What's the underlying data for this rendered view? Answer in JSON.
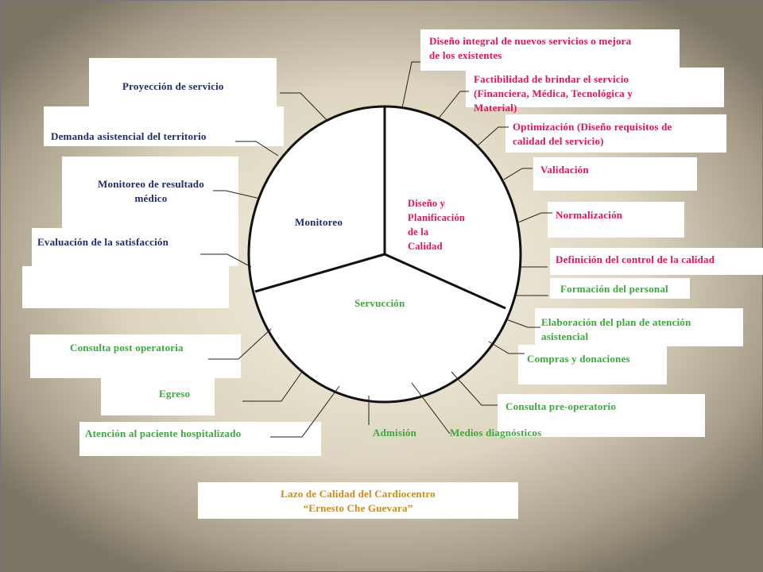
{
  "colors": {
    "design": "#e2125f",
    "monitor": "#1e2a6a",
    "service": "#3aa83a",
    "caption": "#d08a10"
  },
  "wheel": {
    "design": [
      "Diseño y",
      "Planificación",
      "de la",
      "Calidad"
    ],
    "monitor": "Monitoreo",
    "service": "Servucción"
  },
  "design_steps": {
    "s1": [
      "Diseño integral de nuevos servicios o mejora",
      "de los existentes"
    ],
    "s2": [
      "Factibilidad de brindar el servicio",
      "(Financiera, Médica, Tecnológica y",
      "Material)"
    ],
    "s3": [
      "Optimización (Diseño requisitos de",
      "calidad del servicio)"
    ],
    "s4": "Validación",
    "s5": "Normalización",
    "s6": "Definición del control de la calidad"
  },
  "service_steps": {
    "s1": "Formación del personal",
    "s2": [
      "Elaboración del plan de atención",
      "asistencial"
    ],
    "s3": "Compras y donaciones",
    "s4": "Consulta pre-operatorio",
    "s5": "Medios diagnósticos",
    "s6": "Admisión",
    "s7": "Atención al paciente hospitalizado",
    "s8": "Egreso",
    "s9": "Consulta post operatoria"
  },
  "monitor_steps": {
    "s1": "Evaluación de la satisfacción",
    "s2": [
      "Monitoreo de resultado",
      "médico"
    ],
    "s3": "Demanda asistencial del territorio",
    "s4": "Proyección de servicio"
  },
  "caption": [
    "Lazo de Calidad del Cardiocentro",
    "“Ernesto Che Guevara”"
  ]
}
